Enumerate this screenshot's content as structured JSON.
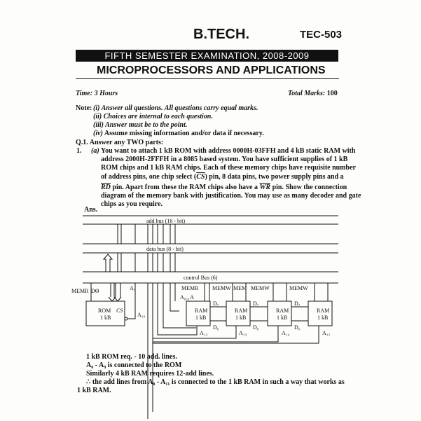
{
  "header": {
    "program": "B.TECH.",
    "code": "TEC-503",
    "exam": "FIFTH SEMESTER EXAMINATION, 2008-2009",
    "subject": "MICROPROCESSORS AND APPLICATIONS"
  },
  "meta": {
    "time": "Time: 3 Hours",
    "marks_label": "Total Marks:",
    "marks": "100"
  },
  "note": {
    "label": "Note:",
    "items": [
      {
        "num": "(i)",
        "text": "Answer all questions. All questions carry equal marks."
      },
      {
        "num": "(ii)",
        "text": "Choices are internal to each question."
      },
      {
        "num": "(iii)",
        "text": "Answer must be to the point."
      },
      {
        "num": "(iv)",
        "text": "Assume missing information and/or data if necessary."
      }
    ]
  },
  "question": {
    "heading": "Q.1. Answer any TWO parts:",
    "num": "1.",
    "part": "(a)",
    "lines": [
      "You want to attach 1 kB ROM with address 0000H-03FFH and 4 kB static RAM with",
      "address 2000H-2FFFH in a 8085 based system. You have sufficient supplies of 1 kB",
      "ROM chips and 1 kB RAM chips. Each of these memory chips have requisite number"
    ],
    "l4a": "of address pins, one chip select (",
    "cs": "CS",
    "l4b": ") pin, 8 data pins, two power supply pins and a",
    "rd": "RD",
    "l5a": " pin. Apart from these the RAM chips also have a ",
    "wr": "WR",
    "l5b": " pin. Show the connection",
    "l6": "diagram of the memory bank with justification. You may use as many decoder and gate",
    "l7": "chips as you require."
  },
  "answer": {
    "label": "Ans.",
    "diagram": {
      "add_bus": "add bus (16 - bit)",
      "data_bus": "data bus (8 - bit)",
      "control_bus": "control Bus (6)",
      "memr": "MEMR",
      "d0": "DΘ",
      "a": "A₉",
      "rom": "ROM",
      "size": "1 kB",
      "cs": "CS",
      "a10": "A₁₀",
      "memr2": "MEMR",
      "a011": "A₀₁₁A",
      "ram": "RAM",
      "memw": "MEMW",
      "mem": "MEM",
      "d7": "D₇",
      "d0b": "D₀",
      "a12": "A₁₂",
      "a13": "A₁₃",
      "a14": "A₁₄",
      "a15": "A₁₅"
    },
    "lines": [
      "1 kB   ROM   req. - 10 add. lines.",
      "A₀ - A₉ is connected to the ROM",
      "Similarly 4 kB RAM requires 12-add lines.",
      "∴  the add lines from A₀ - A₁₁ is connected to the 1 kB RAM in such a way that works as",
      "1 kB RAM."
    ]
  }
}
